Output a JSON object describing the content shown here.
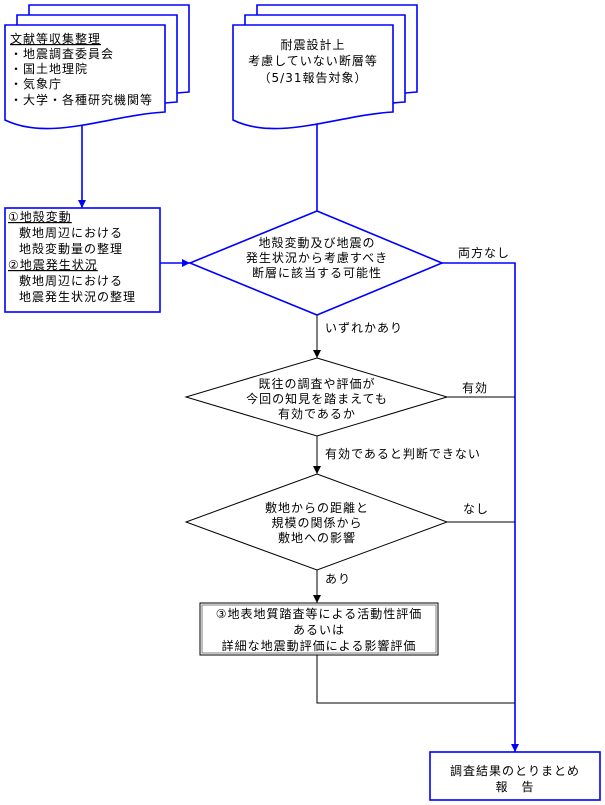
{
  "colors": {
    "flow_blue": "#0000ff",
    "ink": "#000000",
    "background": "#ffffff",
    "frame_gray": "#808080"
  },
  "nodes": {
    "literature_docs": {
      "heading": "文献等収集整理",
      "items": [
        "・地震調査委員会",
        "・国土地理院",
        "・気象庁",
        "・大学・各種研究機関等"
      ]
    },
    "target_fault_docs": {
      "lines": [
        "耐震設計上",
        "考慮していない断層等",
        "（5/31報告対象）"
      ]
    },
    "organize_box": {
      "sections": [
        {
          "heading": "①地殻変動",
          "lines": [
            "敷地周辺における",
            "地殻変動量の整理"
          ]
        },
        {
          "heading": "②地震発生状況",
          "lines": [
            "敷地周辺における",
            "地震発生状況の整理"
          ]
        }
      ]
    },
    "decision_relevance": {
      "lines": [
        "地殻変動及び地震の",
        "発生状況から考慮すべき",
        "断層に該当する可能性"
      ]
    },
    "decision_validity": {
      "lines": [
        "既往の調査や評価が",
        "今回の知見を踏まえても",
        "有効であるか"
      ]
    },
    "decision_impact": {
      "lines": [
        "敷地からの距離と",
        "規模の関係から",
        "敷地への影響"
      ]
    },
    "evaluation_box": {
      "lines": [
        "③地表地質踏査等による活動性評価",
        "あるいは",
        "詳細な地震動評価による影響評価"
      ]
    },
    "report_box": {
      "lines": [
        "調査結果のとりまとめ",
        "報　告"
      ]
    }
  },
  "edges": {
    "relevance_none": "両方なし",
    "relevance_some": "いずれかあり",
    "validity_valid": "有効",
    "validity_undetermined": "有効であると判断できない",
    "impact_none": "なし",
    "impact_present": "あり"
  }
}
